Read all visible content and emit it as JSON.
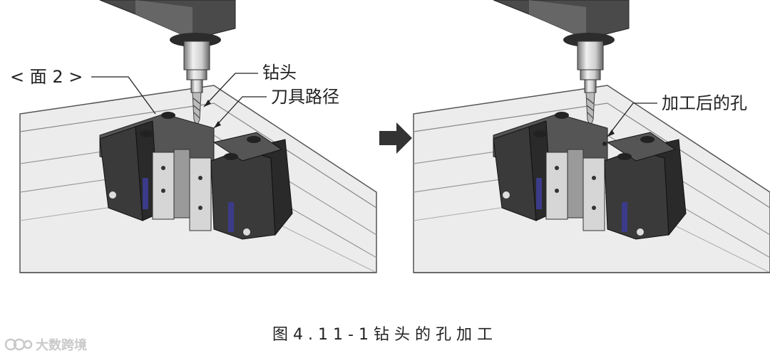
{
  "labels": {
    "face2": "< 面 2 >",
    "drill_bit": "钻头",
    "tool_path": "刀具路径",
    "machined_hole": "加工后的孔"
  },
  "caption": "图4.11-1钻头的孔加工",
  "watermark": {
    "text": "大数跨境"
  },
  "colors": {
    "tool_path": "#d0202a",
    "block_dark": "#3a3a3a",
    "block_light": "#cfcfcf",
    "table": "#e6e6e6",
    "arrow": "#333333"
  }
}
